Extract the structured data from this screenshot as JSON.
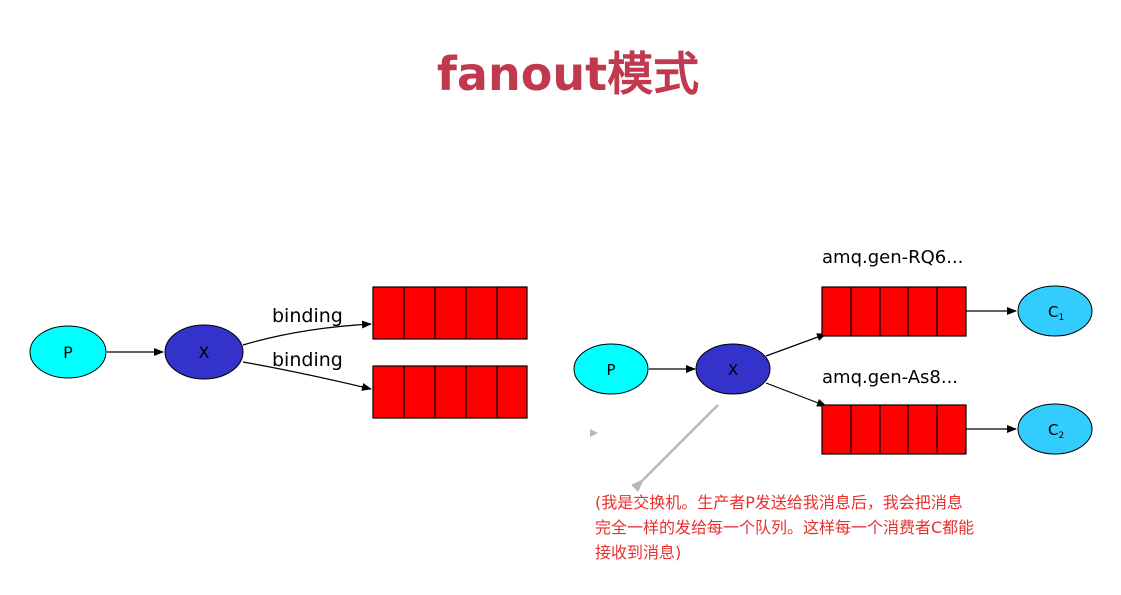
{
  "title": "fanout模式",
  "left_diagram": {
    "producer": "P",
    "exchange": "X",
    "bindings": [
      "binding",
      "binding"
    ]
  },
  "right_diagram": {
    "producer": "P",
    "exchange": "X",
    "queues": [
      "amq.gen-RQ6...",
      "amq.gen-As8..."
    ],
    "consumers": [
      {
        "base": "C",
        "sub": "1"
      },
      {
        "base": "C",
        "sub": "2"
      }
    ]
  },
  "note": {
    "lines": [
      "(我是交换机。生产者P发送给我消息后，我会把消息",
      "完全一样的发给每一个队列。这样每一个消费者C都能",
      "接收到消息)"
    ]
  },
  "colors": {
    "title": "#c0394e",
    "producer": "#00ffff",
    "exchange": "#3333cc",
    "queue": "#ff0000",
    "consumer": "#33ccff",
    "note": "#e8302f"
  }
}
